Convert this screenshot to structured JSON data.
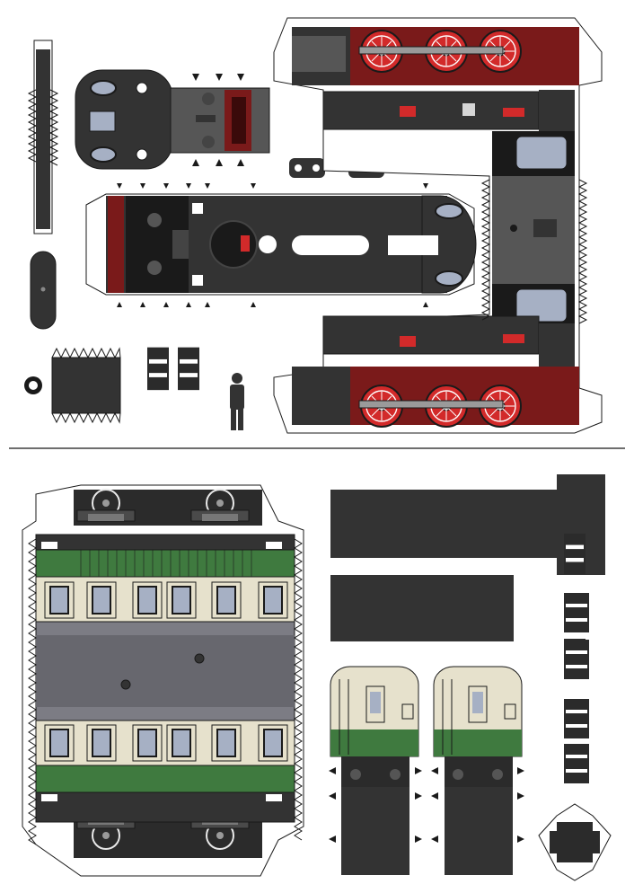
{
  "sheet": {
    "top_section": "steam-locomotive-parts",
    "bottom_section": "passenger-coach-parts",
    "colors": {
      "background": "#ffffff",
      "body_dark": "#333333",
      "body_black": "#1a1a1a",
      "panel_grey": "#565656",
      "frame_red": "#7a1a1a",
      "wheel_red": "#d22a2a",
      "window_blue": "#a6b0c4",
      "coach_green": "#3f7a3f",
      "coach_cream": "#e6e1cc",
      "roof_grey": "#7c7c84",
      "divider": "#6e6e6e"
    },
    "icons": [
      "scissor-triangle-mark",
      "glue-tab",
      "spoked-wheel",
      "human-figure"
    ]
  }
}
